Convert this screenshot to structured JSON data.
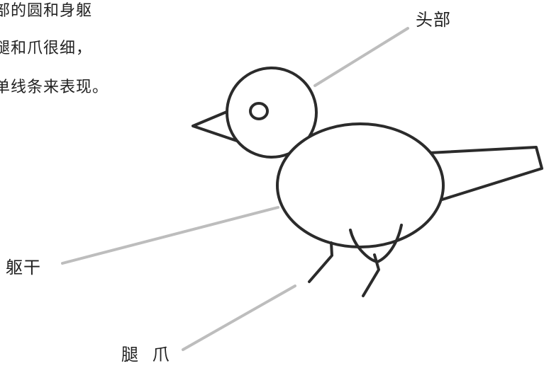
{
  "intro": {
    "line1": "部的圆和身躯",
    "line2": "腿和爪很细，",
    "line3": "单线条来表现。"
  },
  "labels": {
    "head": "头部",
    "torso": "躯干",
    "legs_claws": "腿 爪"
  },
  "colors": {
    "outline": "#2b2b2b",
    "leader_line": "#bdbdbd",
    "text": "#222222"
  }
}
